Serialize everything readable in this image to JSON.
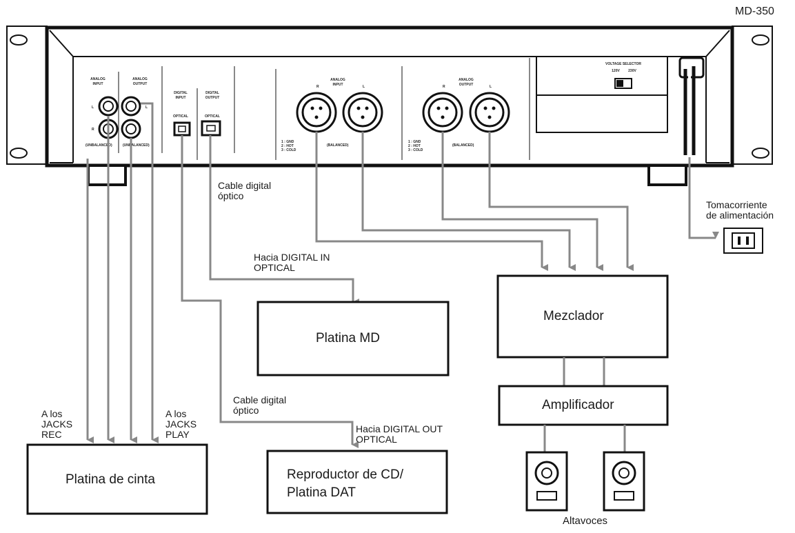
{
  "model_label": "MD-350",
  "unit": {
    "analog_input_title": [
      "ANALOG",
      "INPUT"
    ],
    "analog_output_title": [
      "ANALOG",
      "OUTPUT"
    ],
    "unbalanced_in": "(UNBALANCED)",
    "unbalanced_out": "(UNBALANCED)",
    "digital_input_title": [
      "DIGITAL",
      "INPUT"
    ],
    "digital_output_title": [
      "DIGITAL",
      "OUTPUT"
    ],
    "optical_in": "OPTICAL",
    "optical_out": "OPTICAL",
    "channel_l": "L",
    "channel_r": "R",
    "balanced_in_title": [
      "ANALOG",
      "INPUT"
    ],
    "balanced_out_title": [
      "ANALOG",
      "OUTPUT"
    ],
    "balanced_in_note": "(BALANCED)",
    "balanced_out_note": "(BALANCED)",
    "pin_legend": [
      "1 : GND",
      "2 : HOT",
      "3 : COLD"
    ],
    "voltage_selector_title": "VOLTAGE SELECTOR",
    "voltage_120": "120V",
    "voltage_230": "230V"
  },
  "labels": {
    "cable_optical_top": [
      "Cable digital",
      "óptico"
    ],
    "to_digital_in": [
      "Hacia DIGITAL IN",
      "OPTICAL"
    ],
    "cable_optical_bottom": [
      "Cable digital",
      "óptico"
    ],
    "to_digital_out": [
      "Hacia DIGITAL OUT",
      "OPTICAL"
    ],
    "rec_jacks": [
      "A los",
      "JACKS",
      "REC"
    ],
    "play_jacks": [
      "A los",
      "JACKS",
      "PLAY"
    ],
    "power_outlet": [
      "Tomacorriente",
      "de alimentación"
    ],
    "speakers": "Altavoces"
  },
  "boxes": {
    "md_deck": "Platina MD",
    "tape_deck": "Platina de cinta",
    "cd_dat": [
      "Reproductor de CD/",
      "Platina DAT"
    ],
    "mixer": "Mezclador",
    "amplifier": "Amplificador"
  }
}
